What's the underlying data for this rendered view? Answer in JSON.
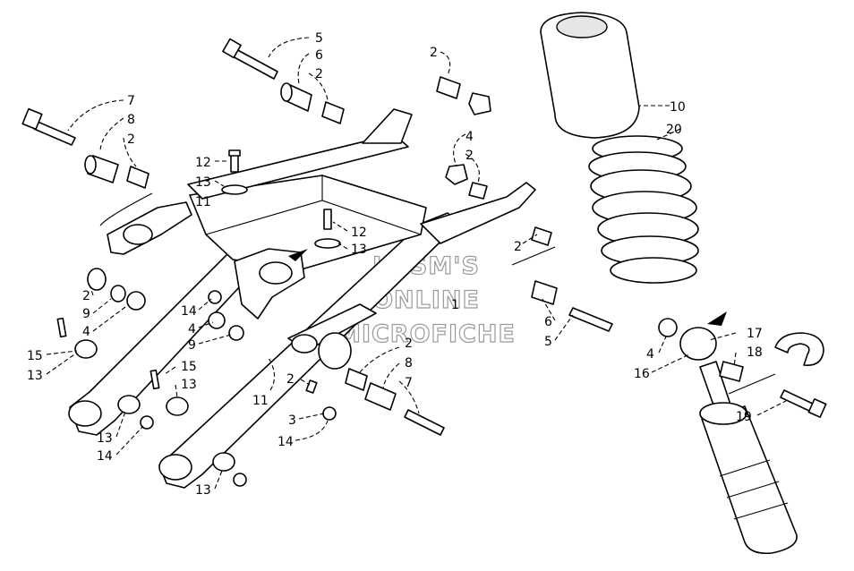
{
  "watermark": {
    "line1": "HLSM'S",
    "line2": "ONLINE",
    "line3": "MICROFICHE"
  },
  "callouts": {
    "c5a": "5",
    "c6a": "6",
    "c2a": "2",
    "c7a": "7",
    "c8a": "8",
    "c2b": "2",
    "c2c": "2",
    "c4a": "4",
    "c2d": "2",
    "c12a": "12",
    "c13a": "13",
    "c11a": "11",
    "c12b": "12",
    "c13b": "13",
    "c2e": "2",
    "c1": "1",
    "c2f": "2",
    "c9a": "9",
    "c4b": "4",
    "c14a": "14",
    "c4c": "4",
    "c9b": "9",
    "c15a": "15",
    "c13c": "13",
    "c6b": "6",
    "c5b": "5",
    "c2g": "2",
    "c8b": "8",
    "c7b": "7",
    "c15b": "15",
    "c13d": "13",
    "c2h": "2",
    "c11b": "11",
    "c3": "3",
    "c14b": "14",
    "c13e": "13",
    "c14c": "14",
    "c13f": "13",
    "c10": "10",
    "c20": "20",
    "c17": "17",
    "c18": "18",
    "c4d": "4",
    "c16": "16",
    "c19": "19"
  }
}
